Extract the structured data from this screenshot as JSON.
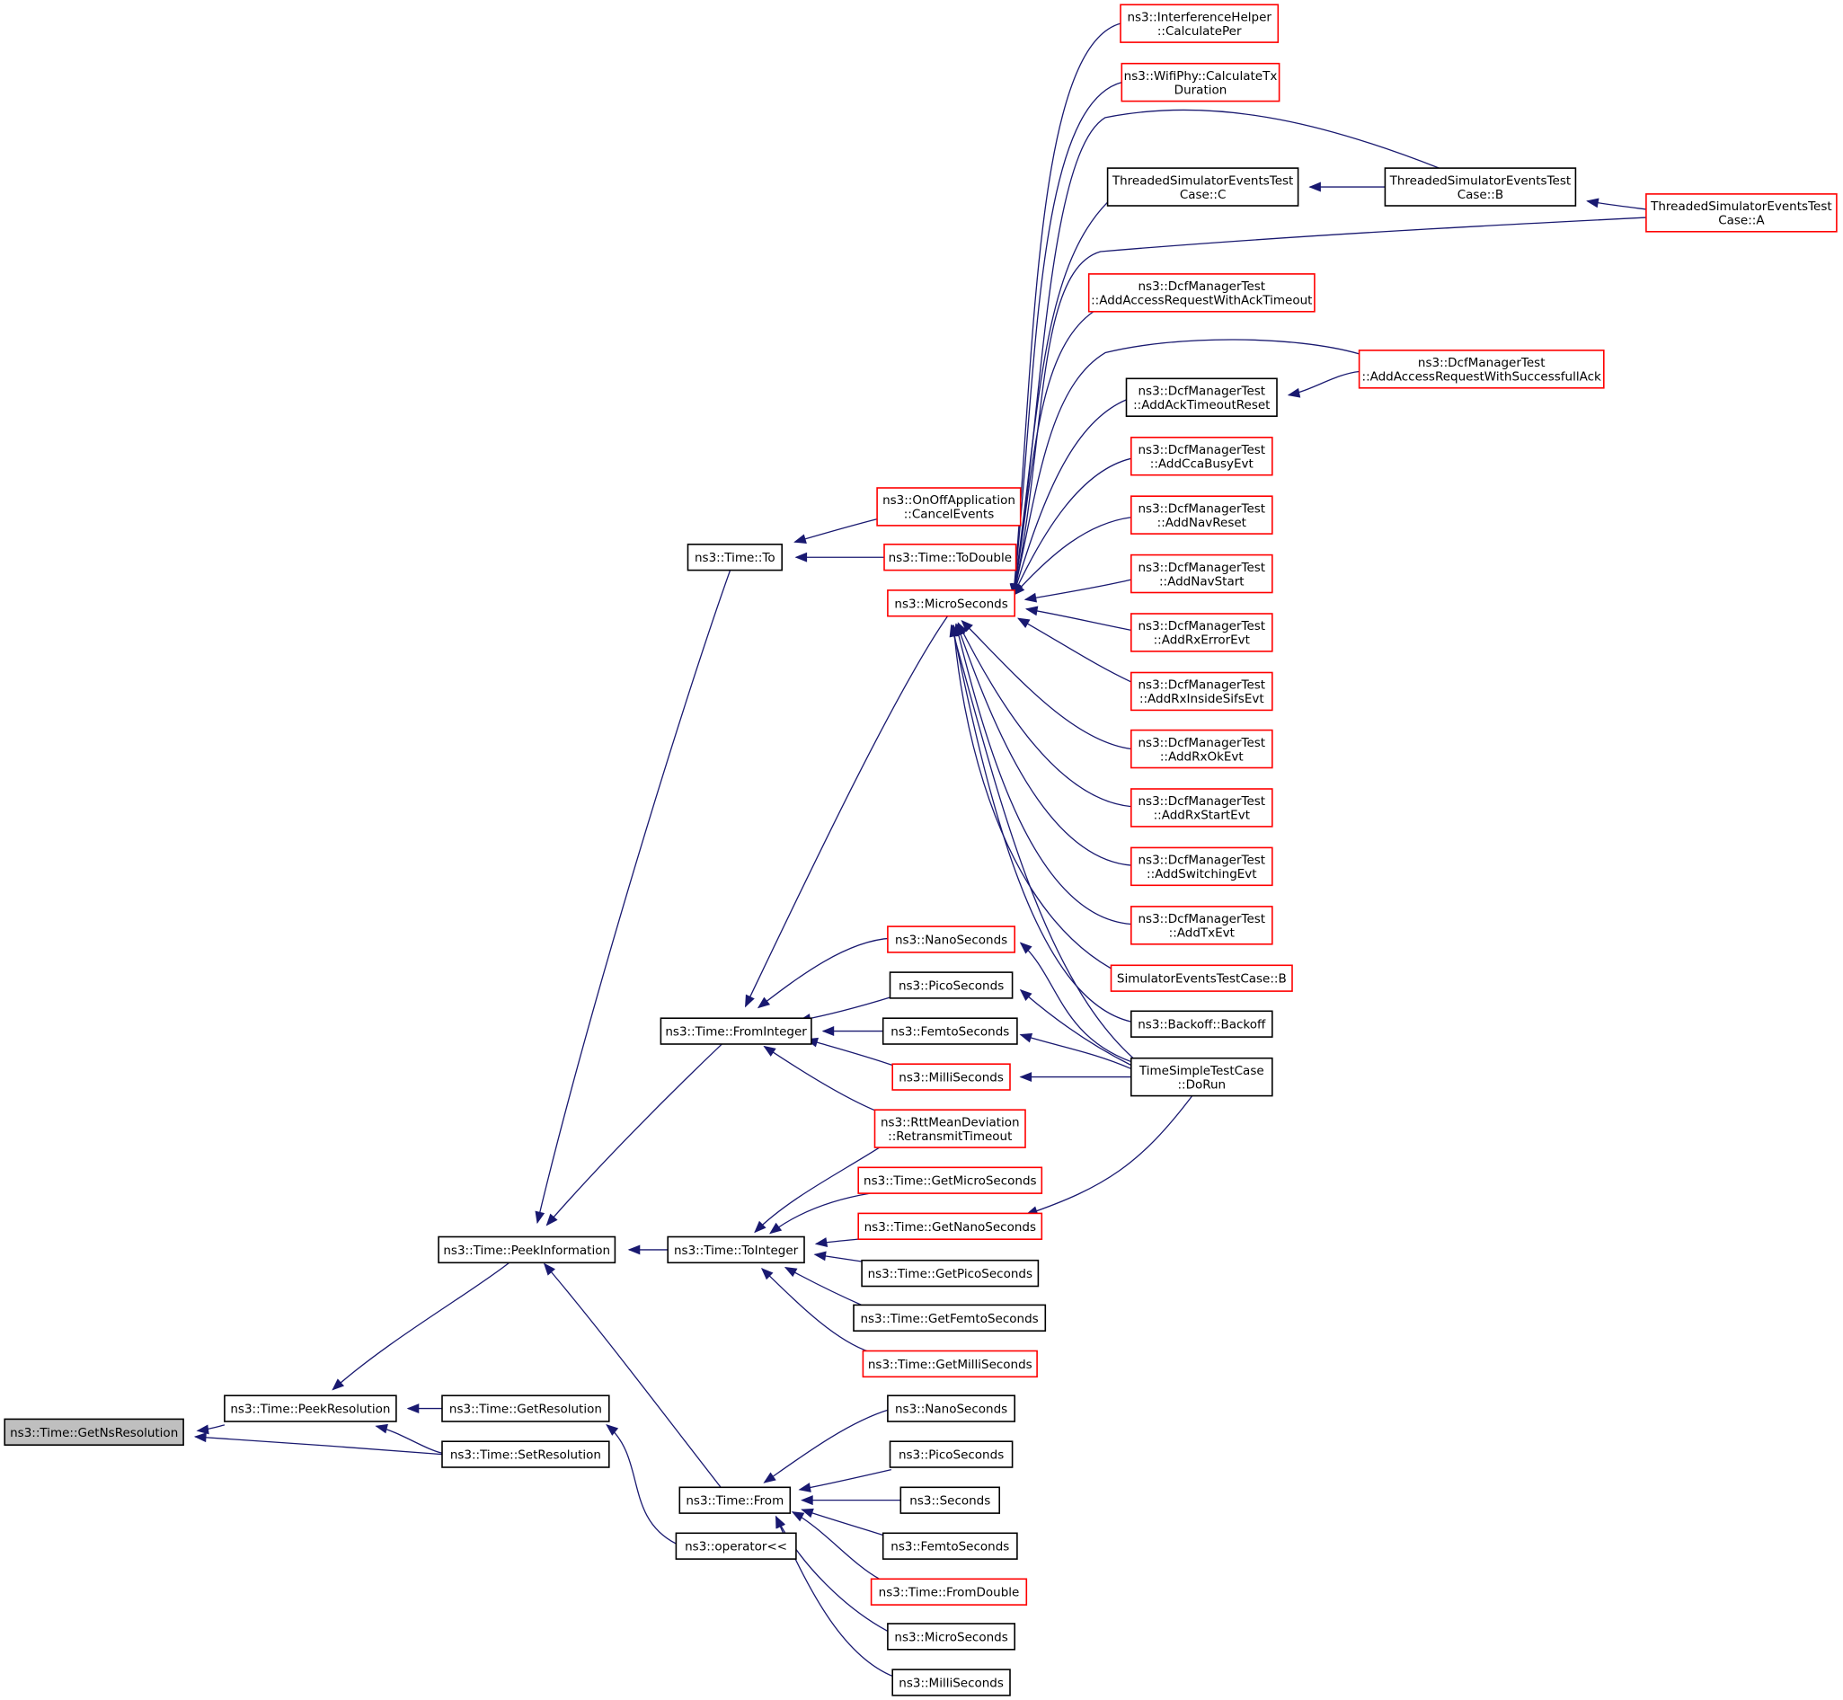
{
  "graph": {
    "edge_color": "#191970",
    "nodes": [
      {
        "id": "getns",
        "label": [
          "ns3::Time::GetNsResolution"
        ],
        "style": "root"
      },
      {
        "id": "peekres",
        "label": [
          "ns3::Time::PeekResolution"
        ],
        "style": "black"
      },
      {
        "id": "getres",
        "label": [
          "ns3::Time::GetResolution"
        ],
        "style": "black"
      },
      {
        "id": "setres",
        "label": [
          "ns3::Time::SetResolution"
        ],
        "style": "black"
      },
      {
        "id": "opshift",
        "label": [
          "ns3::operator<<"
        ],
        "style": "black"
      },
      {
        "id": "peekinfo",
        "label": [
          "ns3::Time::PeekInformation"
        ],
        "style": "black"
      },
      {
        "id": "to",
        "label": [
          "ns3::Time::To"
        ],
        "style": "black"
      },
      {
        "id": "fromint",
        "label": [
          "ns3::Time::FromInteger"
        ],
        "style": "black"
      },
      {
        "id": "toint",
        "label": [
          "ns3::Time::ToInteger"
        ],
        "style": "black"
      },
      {
        "id": "from",
        "label": [
          "ns3::Time::From"
        ],
        "style": "black"
      },
      {
        "id": "onoff",
        "label": [
          "ns3::OnOffApplication",
          "::CancelEvents"
        ],
        "style": "red"
      },
      {
        "id": "todouble",
        "label": [
          "ns3::Time::ToDouble"
        ],
        "style": "red"
      },
      {
        "id": "micro1",
        "label": [
          "ns3::MicroSeconds"
        ],
        "style": "red"
      },
      {
        "id": "nano1",
        "label": [
          "ns3::NanoSeconds"
        ],
        "style": "red"
      },
      {
        "id": "pico1",
        "label": [
          "ns3::PicoSeconds"
        ],
        "style": "black"
      },
      {
        "id": "femto1",
        "label": [
          "ns3::FemtoSeconds"
        ],
        "style": "black"
      },
      {
        "id": "milli1",
        "label": [
          "ns3::MilliSeconds"
        ],
        "style": "red"
      },
      {
        "id": "rtt",
        "label": [
          "ns3::RttMeanDeviation",
          "::RetransmitTimeout"
        ],
        "style": "red"
      },
      {
        "id": "getmicro",
        "label": [
          "ns3::Time::GetMicroSeconds"
        ],
        "style": "red"
      },
      {
        "id": "getnano",
        "label": [
          "ns3::Time::GetNanoSeconds"
        ],
        "style": "red"
      },
      {
        "id": "getpico",
        "label": [
          "ns3::Time::GetPicoSeconds"
        ],
        "style": "black"
      },
      {
        "id": "getfemto",
        "label": [
          "ns3::Time::GetFemtoSeconds"
        ],
        "style": "black"
      },
      {
        "id": "getmilli",
        "label": [
          "ns3::Time::GetMilliSeconds"
        ],
        "style": "red"
      },
      {
        "id": "nano2",
        "label": [
          "ns3::NanoSeconds"
        ],
        "style": "black"
      },
      {
        "id": "pico2",
        "label": [
          "ns3::PicoSeconds"
        ],
        "style": "black"
      },
      {
        "id": "seconds",
        "label": [
          "ns3::Seconds"
        ],
        "style": "black"
      },
      {
        "id": "femto2",
        "label": [
          "ns3::FemtoSeconds"
        ],
        "style": "black"
      },
      {
        "id": "fromdouble",
        "label": [
          "ns3::Time::FromDouble"
        ],
        "style": "red"
      },
      {
        "id": "micro2",
        "label": [
          "ns3::MicroSeconds"
        ],
        "style": "black"
      },
      {
        "id": "milli2",
        "label": [
          "ns3::MilliSeconds"
        ],
        "style": "black"
      },
      {
        "id": "calcper",
        "label": [
          "ns3::InterferenceHelper",
          "::CalculatePer"
        ],
        "style": "red"
      },
      {
        "id": "calctx",
        "label": [
          "ns3::WifiPhy::CalculateTx",
          "Duration"
        ],
        "style": "red"
      },
      {
        "id": "tsetc",
        "label": [
          "ThreadedSimulatorEventsTest",
          "Case::C"
        ],
        "style": "black"
      },
      {
        "id": "tsetb",
        "label": [
          "ThreadedSimulatorEventsTest",
          "Case::B"
        ],
        "style": "black"
      },
      {
        "id": "tseta",
        "label": [
          "ThreadedSimulatorEventsTest",
          "Case::A"
        ],
        "style": "red"
      },
      {
        "id": "dcfackto",
        "label": [
          "ns3::DcfManagerTest",
          "::AddAccessRequestWithAckTimeout"
        ],
        "style": "red"
      },
      {
        "id": "dcfsucc",
        "label": [
          "ns3::DcfManagerTest",
          "::AddAccessRequestWithSuccessfullAck"
        ],
        "style": "red"
      },
      {
        "id": "dcfackreset",
        "label": [
          "ns3::DcfManagerTest",
          "::AddAckTimeoutReset"
        ],
        "style": "black"
      },
      {
        "id": "dcfcca",
        "label": [
          "ns3::DcfManagerTest",
          "::AddCcaBusyEvt"
        ],
        "style": "red"
      },
      {
        "id": "dcfnavreset",
        "label": [
          "ns3::DcfManagerTest",
          "::AddNavReset"
        ],
        "style": "red"
      },
      {
        "id": "dcfnavstart",
        "label": [
          "ns3::DcfManagerTest",
          "::AddNavStart"
        ],
        "style": "red"
      },
      {
        "id": "dcfrxerr",
        "label": [
          "ns3::DcfManagerTest",
          "::AddRxErrorEvt"
        ],
        "style": "red"
      },
      {
        "id": "dcfrxsifs",
        "label": [
          "ns3::DcfManagerTest",
          "::AddRxInsideSifsEvt"
        ],
        "style": "red"
      },
      {
        "id": "dcfrxok",
        "label": [
          "ns3::DcfManagerTest",
          "::AddRxOkEvt"
        ],
        "style": "red"
      },
      {
        "id": "dcfrxstart",
        "label": [
          "ns3::DcfManagerTest",
          "::AddRxStartEvt"
        ],
        "style": "red"
      },
      {
        "id": "dcfswitch",
        "label": [
          "ns3::DcfManagerTest",
          "::AddSwitchingEvt"
        ],
        "style": "red"
      },
      {
        "id": "dcftx",
        "label": [
          "ns3::DcfManagerTest",
          "::AddTxEvt"
        ],
        "style": "red"
      },
      {
        "id": "simb",
        "label": [
          "SimulatorEventsTestCase::B"
        ],
        "style": "red"
      },
      {
        "id": "backoff",
        "label": [
          "ns3::Backoff::Backoff"
        ],
        "style": "black"
      },
      {
        "id": "tsimple",
        "label": [
          "TimeSimpleTestCase",
          "::DoRun"
        ],
        "style": "black"
      }
    ]
  }
}
